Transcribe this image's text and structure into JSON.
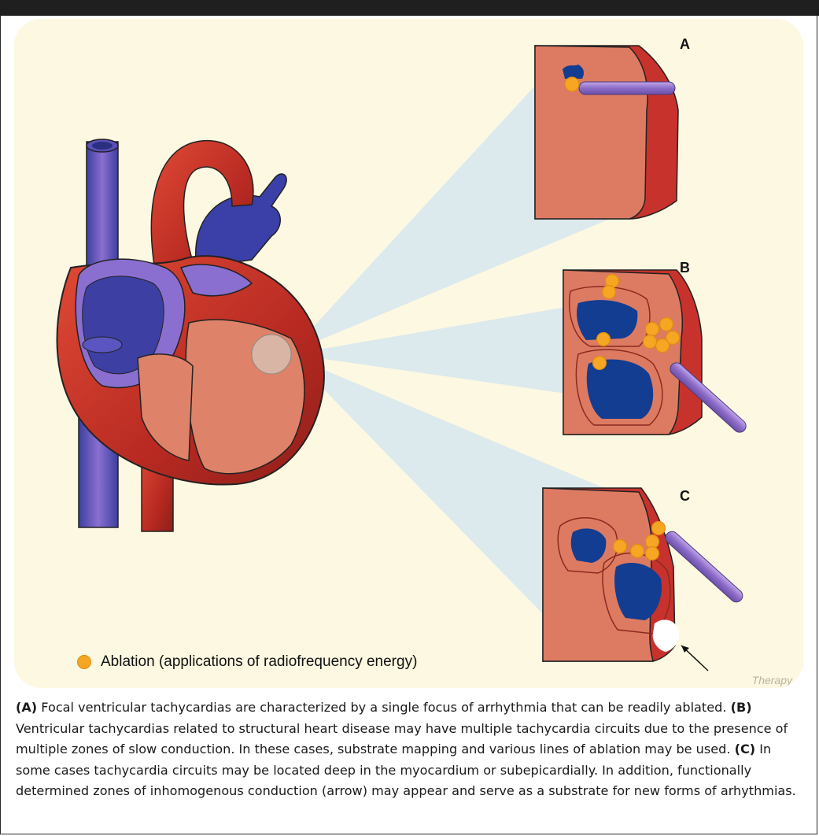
{
  "figure": {
    "panel_labels": {
      "a": "A",
      "b": "B",
      "c": "C"
    },
    "legend": {
      "symbol": "orange-dot",
      "color": "#f5a623",
      "text": "Ablation (applications of radiofrequency energy)"
    },
    "credit": "Therapy"
  },
  "caption": [
    {
      "bold": "(A)",
      "text": " Focal ventricular tachycardias are characterized by a single focus of arrhythmia that can be readily ablated. "
    },
    {
      "bold": "(B)",
      "text": " Ventricular tachycardias related to structural heart disease may have multiple tachycardia circuits due to the presence of multiple zones of slow conduction. In these cases, substrate mapping and various lines of ablation may be used. "
    },
    {
      "bold": "(C)",
      "text": " In some cases tachycardia circuits may be located deep in the myocardium or subepicardially. In addition, functionally determined zones of inhomogenous conduction (arrow) may appear and serve as a substrate for new forms of arhythmias."
    }
  ]
}
